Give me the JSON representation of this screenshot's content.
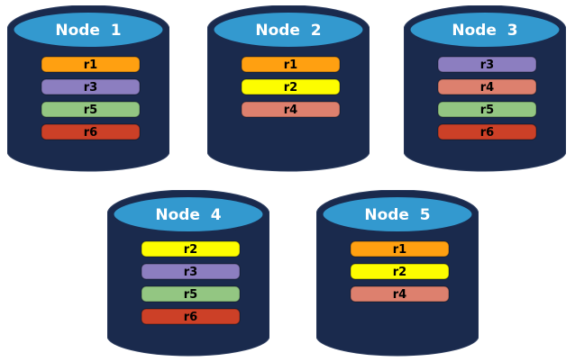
{
  "palette": {
    "background": "#FFFFFF",
    "cylinder_body": "#1A2A4D",
    "cylinder_top": "#3399CF",
    "node_label_color": "#FFFFFF",
    "replica_label_color": "#000000",
    "replica_colors": {
      "r1": "#FFA011",
      "r2": "#FDFD00",
      "r3": "#8C7EC0",
      "r4": "#DD806E",
      "r5": "#93C682",
      "r6": "#CC4027"
    }
  },
  "nodes": [
    {
      "label": "Node  1",
      "replicas": [
        {
          "label": "r1",
          "color": "#FFA011"
        },
        {
          "label": "r3",
          "color": "#8C7EC0"
        },
        {
          "label": "r5",
          "color": "#93C682"
        },
        {
          "label": "r6",
          "color": "#CC4027"
        }
      ]
    },
    {
      "label": "Node  2",
      "replicas": [
        {
          "label": "r1",
          "color": "#FFA011"
        },
        {
          "label": "r2",
          "color": "#FDFD00"
        },
        {
          "label": "r4",
          "color": "#DD806E"
        }
      ]
    },
    {
      "label": "Node  3",
      "replicas": [
        {
          "label": "r3",
          "color": "#8C7EC0"
        },
        {
          "label": "r4",
          "color": "#DD806E"
        },
        {
          "label": "r5",
          "color": "#93C682"
        },
        {
          "label": "r6",
          "color": "#CC4027"
        }
      ]
    },
    {
      "label": "Node  4",
      "replicas": [
        {
          "label": "r2",
          "color": "#FDFD00"
        },
        {
          "label": "r3",
          "color": "#8C7EC0"
        },
        {
          "label": "r5",
          "color": "#93C682"
        },
        {
          "label": "r6",
          "color": "#CC4027"
        }
      ]
    },
    {
      "label": "Node  5",
      "replicas": [
        {
          "label": "r1",
          "color": "#FFA011"
        },
        {
          "label": "r2",
          "color": "#FDFD00"
        },
        {
          "label": "r4",
          "color": "#DD806E"
        }
      ]
    }
  ]
}
